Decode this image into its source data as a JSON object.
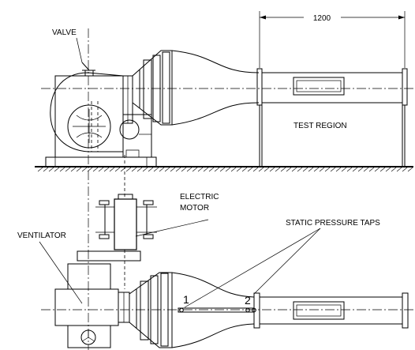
{
  "labels": {
    "valve": "VALVE",
    "dimension": "1200",
    "test_region": "TEST REGION",
    "electric_motor_line1": "ELECTRIC",
    "electric_motor_line2": "MOTOR",
    "static_pressure_taps": "STATIC PRESSURE TAPS",
    "ventilator": "VENTILATOR",
    "tap_1": "1",
    "tap_2": "2"
  }
}
